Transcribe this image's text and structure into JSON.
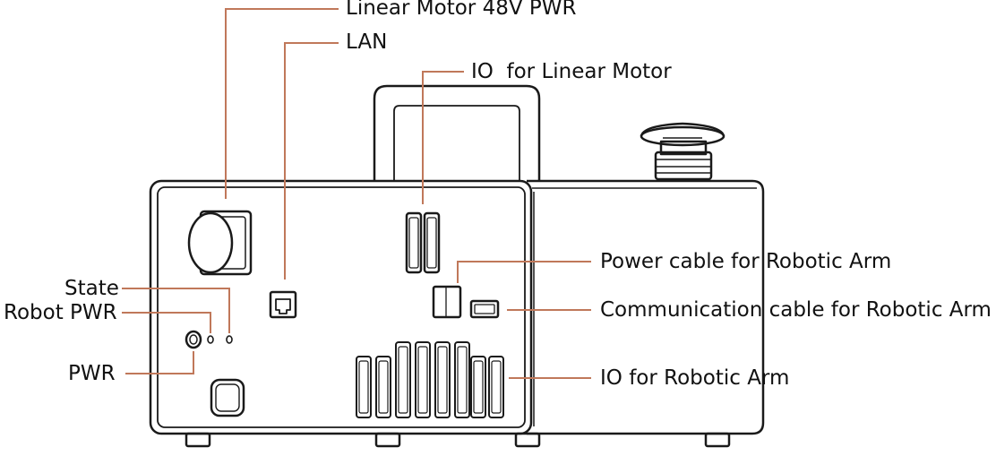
{
  "labels": {
    "linear_motor_pwr": "Linear Motor 48V PWR",
    "lan": "LAN",
    "io_linear_motor": "IO  for Linear Motor",
    "power_cable_arm": "Power cable for Robotic Arm",
    "communication_cable_arm": "Communication cable for Robotic Arm",
    "io_robotic_arm": "IO for Robotic Arm",
    "state": "State",
    "robot_pwr": "Robot PWR",
    "pwr": "PWR"
  },
  "colors": {
    "leader_line": "#c0785a",
    "outline": "#1a1a1a",
    "text": "#111111"
  }
}
